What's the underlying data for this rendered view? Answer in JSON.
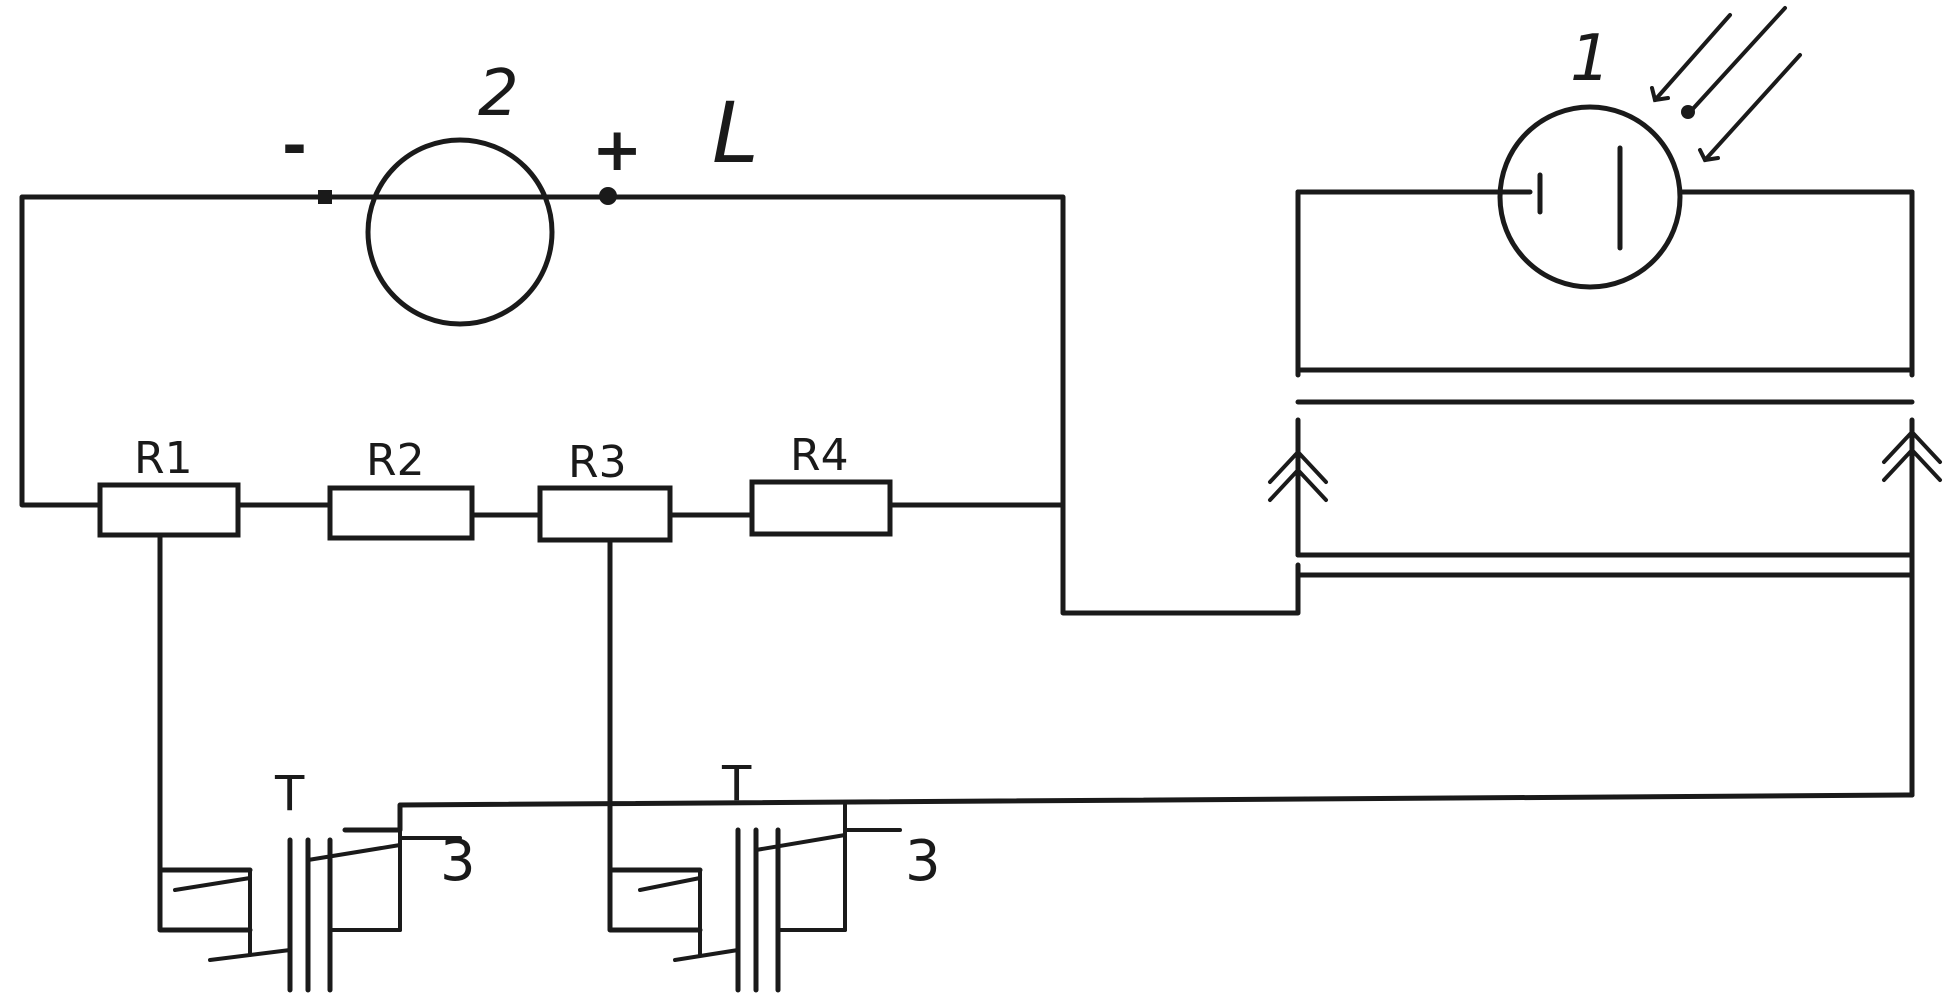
{
  "labels": {
    "meter_number": "2",
    "meter_minus": "-",
    "meter_plus": "+",
    "line_label": "L",
    "photocell_number": "1",
    "resistors": [
      "R1",
      "R2",
      "R3",
      "R4"
    ],
    "switch_left_letter": "T",
    "switch_left_number": "3",
    "switch_right_letter": "T",
    "switch_right_number": "3"
  },
  "colors": {
    "ink": "#1a1a1a",
    "paper": "#ffffff"
  }
}
